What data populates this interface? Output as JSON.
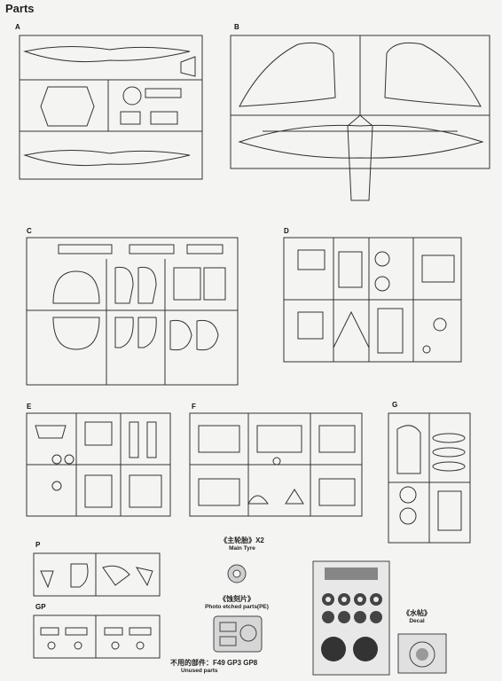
{
  "page": {
    "title": "Parts"
  },
  "sprues": [
    {
      "id": "A"
    },
    {
      "id": "B"
    },
    {
      "id": "C"
    },
    {
      "id": "D"
    },
    {
      "id": "E"
    },
    {
      "id": "F"
    },
    {
      "id": "G"
    },
    {
      "id": "P"
    },
    {
      "id": "GP"
    }
  ],
  "extras": {
    "main_tyre": {
      "cn": "《主轮胎》X2",
      "en": "Main Tyre"
    },
    "photo_etched": {
      "cn": "《蚀刻片》",
      "en": "Photo etched parts(PE)"
    },
    "decal": {
      "cn": "《水帖》",
      "en": "Decal"
    },
    "unused": {
      "cn": "不用的部件：F49 GP3 GP8",
      "en": "Unused parts"
    }
  }
}
